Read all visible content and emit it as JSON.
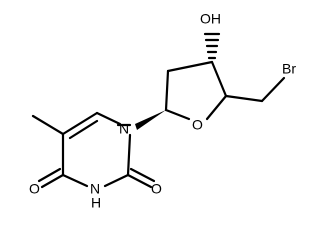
{
  "molecule": {
    "atoms": {
      "hydroxyl": "OH",
      "bromine": "Br",
      "ring_oxygen": "O",
      "n1": "N",
      "n3": "N",
      "n3_hydrogen": "H",
      "c2_oxygen": "O",
      "c4_oxygen": "O"
    }
  }
}
